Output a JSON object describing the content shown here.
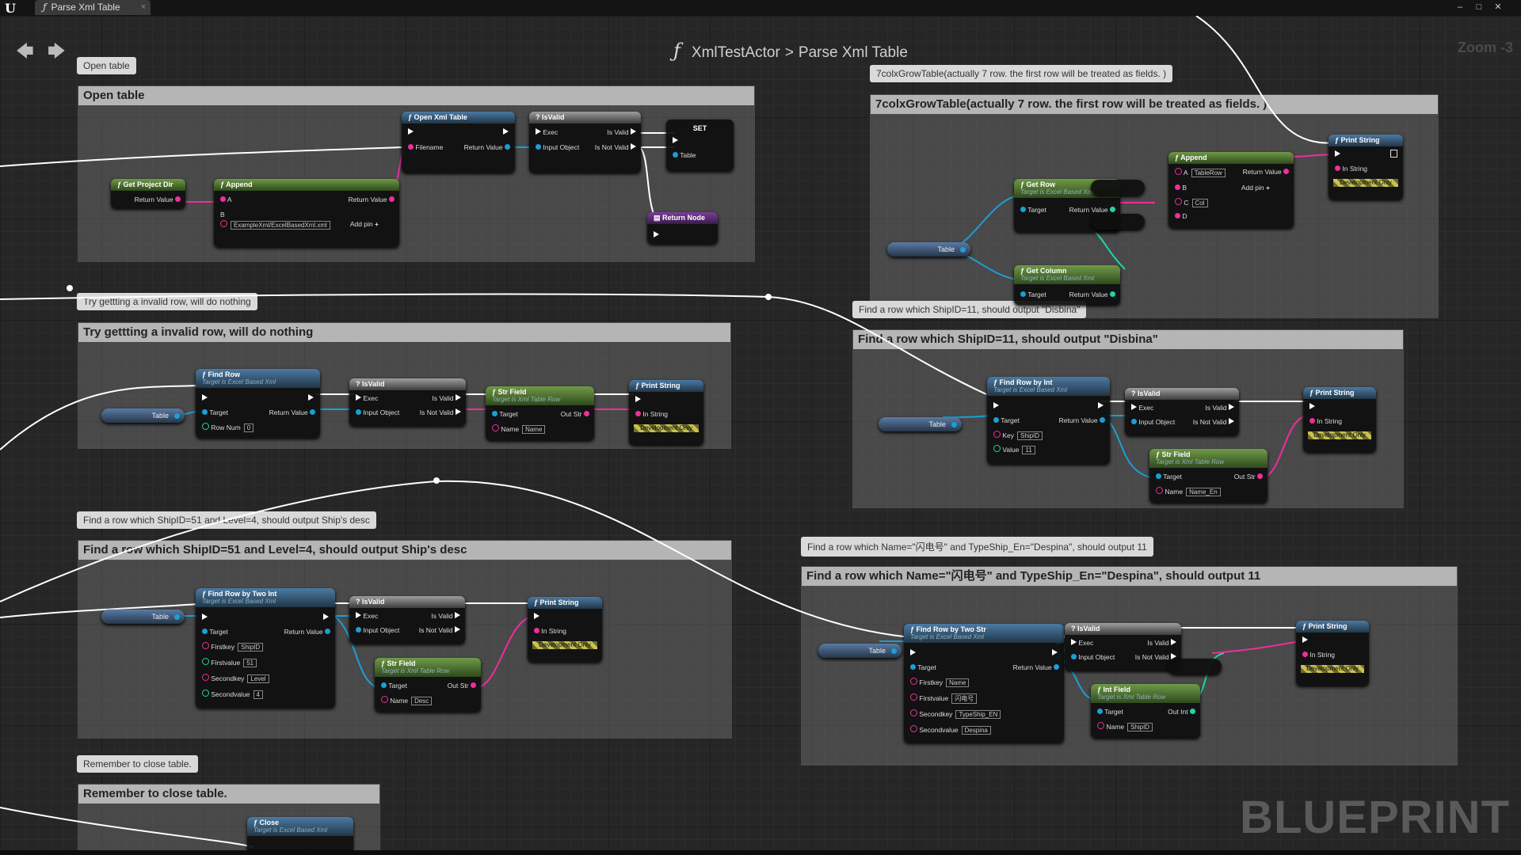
{
  "app": {
    "logo": "U",
    "tab_icon": "function-icon",
    "tab_label": "Parse Xml Table",
    "tab_close": "×",
    "win_min": "‒",
    "win_max": "□",
    "win_close": "✕"
  },
  "toolbar": {
    "back": "🡄",
    "forward": "🡆",
    "crumb_icon": "ƒ",
    "crumb_owner": "XmlTestActor",
    "crumb_sep": ">",
    "crumb_func": "Parse Xml Table",
    "zoom": "Zoom -3"
  },
  "watermark": "BLUEPRINT",
  "comments": {
    "open": "Open table",
    "grow": "7colxGrowTable(actually 7 row. the first row will be treated as fields. )",
    "invalid": "Try gettting a invalid row, will do nothing",
    "disbina": "Find a row which ShipID=11, should output \"Disbina\"",
    "desc": "Find a row which ShipID=51 and Level=4, should output Ship's desc",
    "two_str": "Find a row which Name=\"闪电号\" and TypeShip_En=\"Despina\", should output 11",
    "close": "Remember to close table."
  },
  "pins": {
    "return_value": "Return Value",
    "filename": "Filename",
    "exec": "Exec",
    "is_valid": "Is Valid",
    "input_object": "Input Object",
    "is_not_valid": "Is Not Valid",
    "table": "Table",
    "a": "A",
    "b": "B",
    "c": "C",
    "d": "D",
    "add_pin": "Add pin",
    "target": "Target",
    "in_string": "In String",
    "dev_only": "Development Only",
    "row_num": "Row Num",
    "out_str": "Out Str",
    "name": "Name",
    "key": "Key",
    "value": "Value",
    "firstkey": "Firstkey",
    "firstvalue": "Firstvalue",
    "secondkey": "Secondkey",
    "secondvalue": "Secondvalue",
    "out_int": "Out Int",
    "plus": "+"
  },
  "nodes": {
    "get_project_dir": "Get Project Dir",
    "append": "Append",
    "open_xml_table": "Open Xml Table",
    "is_valid": "IsValid",
    "set": "SET",
    "return_node": "Return Node",
    "get_row": "Get Row",
    "get_column": "Get Column",
    "print_string": "Print String",
    "find_row": "Find Row",
    "find_row_by_int": "Find Row by Int",
    "find_row_two_int": "Find Row by Two Int",
    "find_row_two_str": "Find Row by Two Str",
    "str_field": "Str Field",
    "int_field": "Int Field",
    "close": "Close",
    "target_excel": "Target is Excel Based Xml",
    "target_row": "Target is Xml Table Row"
  },
  "literals": {
    "xml_path": "ExampleXml/ExcelBasedXml.xml",
    "table_row": "TableRow",
    "col": "Col",
    "row_num": "0",
    "name_field": "Name",
    "shipid": "ShipID",
    "eleven": "11",
    "name_en": "Name_En",
    "fifty_one": "51",
    "level": "Level",
    "four": "4",
    "desc": "Desc",
    "name_cap": "Name",
    "lightning": "闪电号",
    "typeship": "TypeShip_EN",
    "despina": "Despina",
    "shipid2": "ShipID"
  },
  "colors": {
    "exec": "#ffffff",
    "object": "#1a9fd6",
    "string": "#f02d9c",
    "int": "#1dd6a8"
  }
}
